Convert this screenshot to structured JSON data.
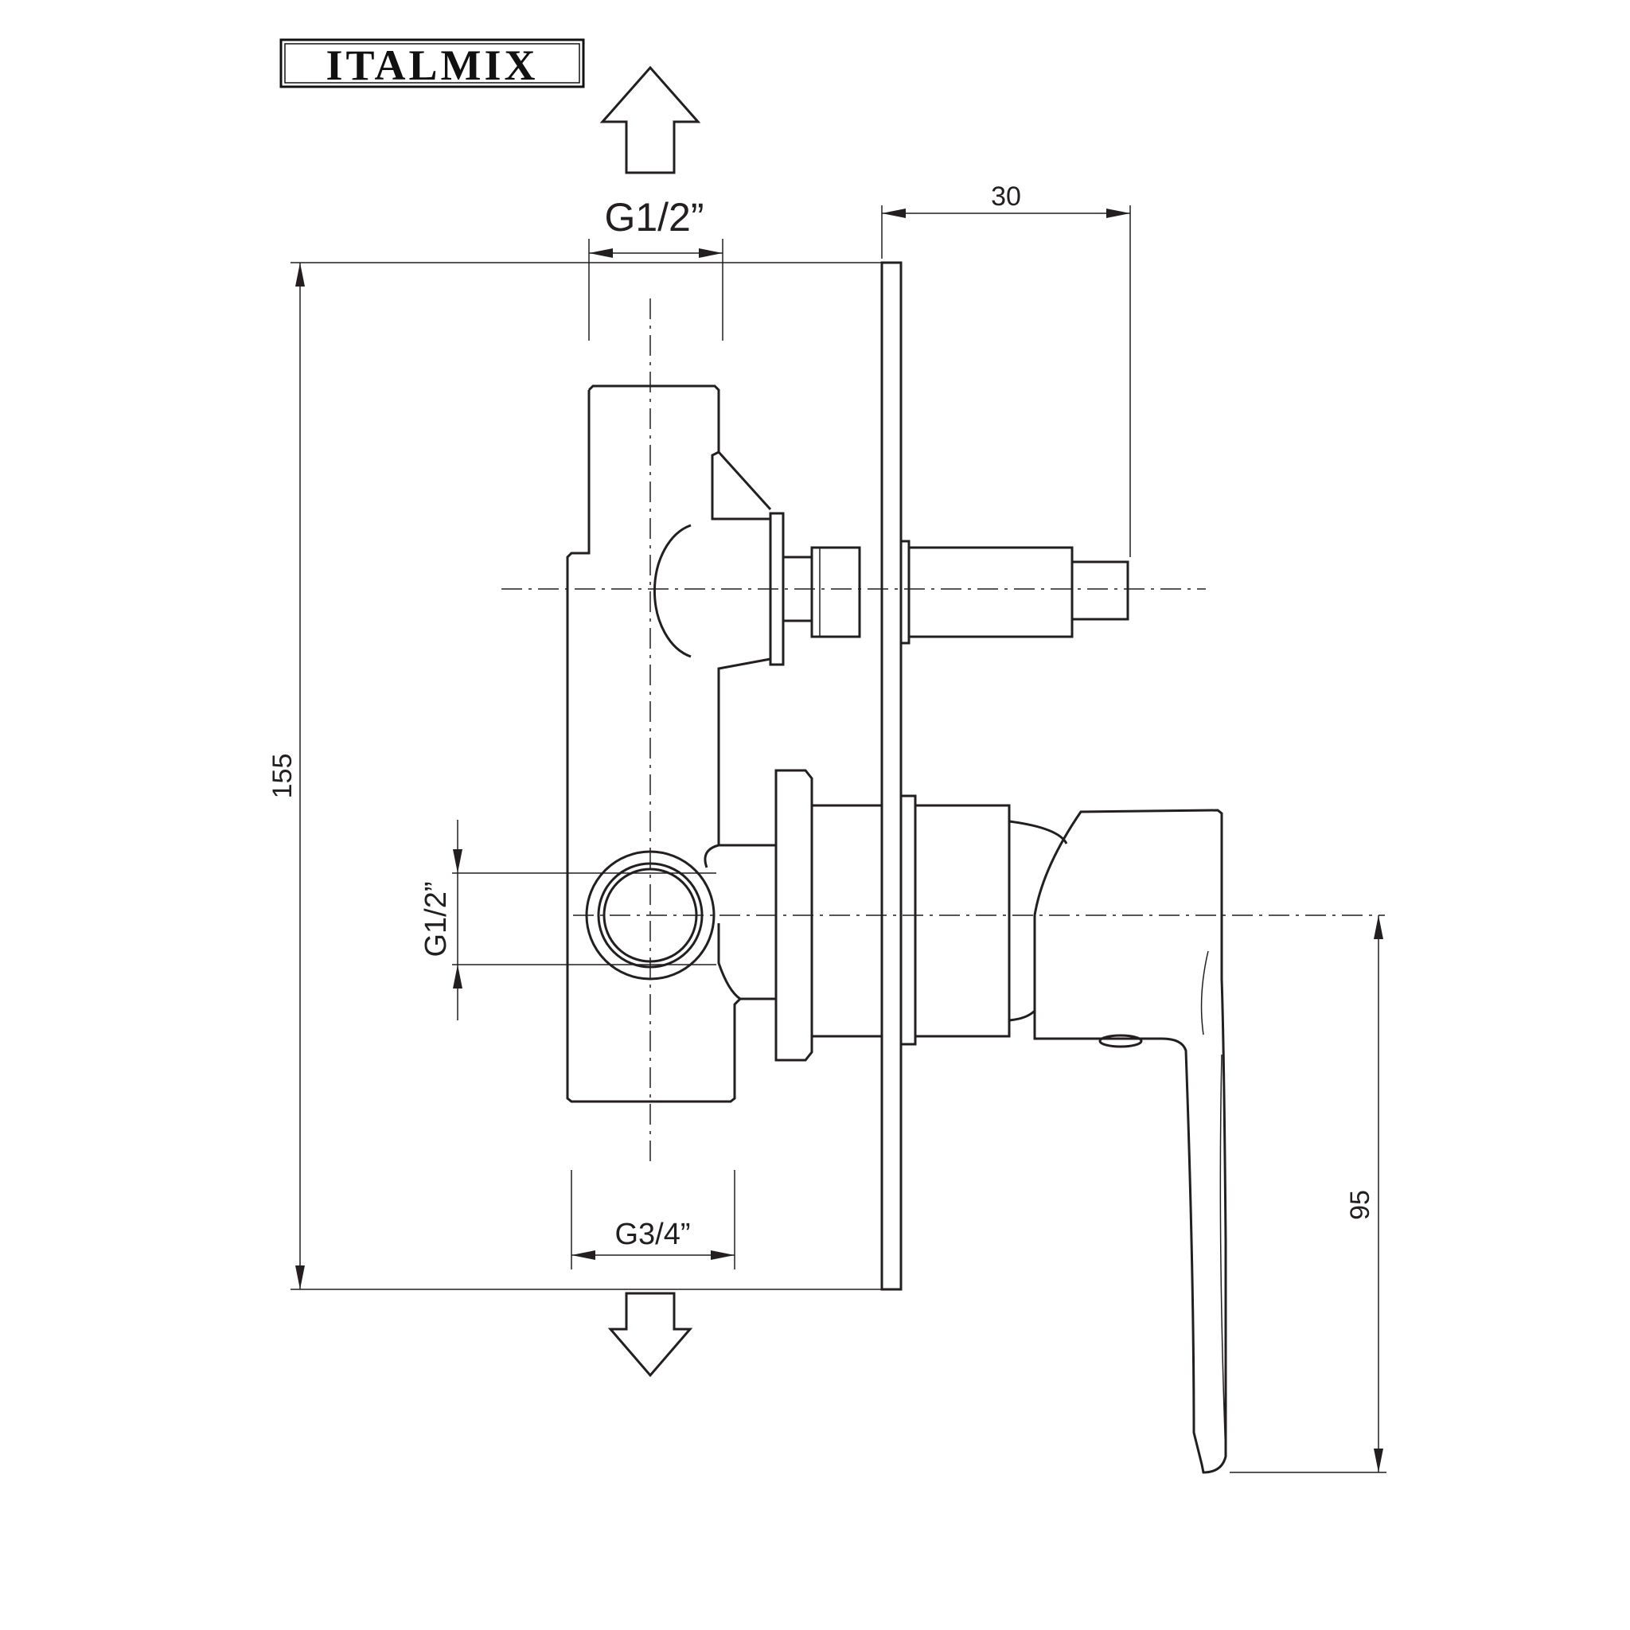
{
  "brand": "ITALMIX",
  "dimensions": {
    "top_inlet": "G1/2”",
    "side_outlet": "G1/2”",
    "bottom_outlet": "G3/4”",
    "height": "155",
    "spindle_projection": "30",
    "lever_drop": "95"
  },
  "colors": {
    "line": "#231f20",
    "background": "#ffffff"
  }
}
